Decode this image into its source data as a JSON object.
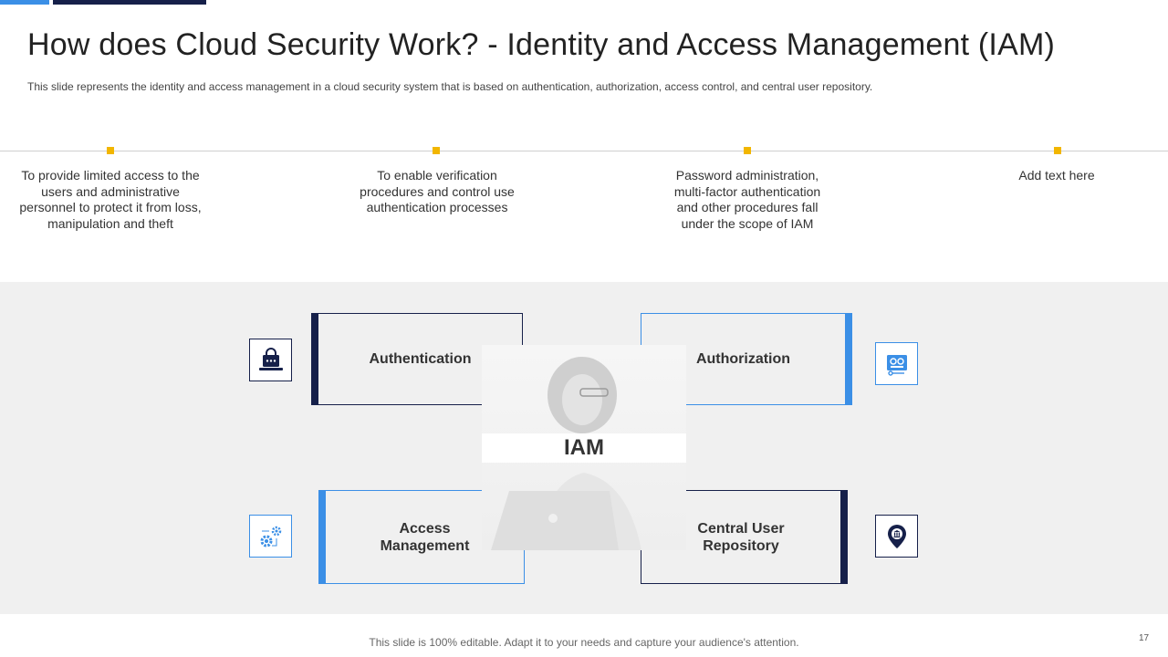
{
  "slide": {
    "title": "How does Cloud Security Work? - Identity and Access Management (IAM)",
    "subtitle": "This slide represents the identity and access management in a cloud security system that is based on authentication, authorization, access control, and central user repository.",
    "footer": "This slide is 100% editable. Adapt it to your needs and capture your audience's attention.",
    "page_number": "17"
  },
  "timeline": [
    "To provide limited access to the users and administrative personnel to protect it from loss, manipulation and theft",
    "To enable verification procedures and  control use authentication processes",
    "Password administration, multi-factor authentication and other procedures fall under the scope of IAM",
    "Add text here"
  ],
  "diagram": {
    "center_label": "IAM",
    "boxes": {
      "authentication": "Authentication",
      "authorization": "Authorization",
      "access_management_1": "Access",
      "access_management_2": "Management",
      "central_user_repository_1": "Central User",
      "central_user_repository_2": "Repository"
    }
  },
  "icons": {
    "authentication": "laptop-lock-icon",
    "authorization": "browser-key-icon",
    "access_management": "gear-network-icon",
    "central_user_repository": "location-pin-bank-icon"
  },
  "colors": {
    "navy": "#16204a",
    "blue": "#3b8fe6",
    "marker": "#f2b600",
    "panel": "#f0f0f0"
  }
}
